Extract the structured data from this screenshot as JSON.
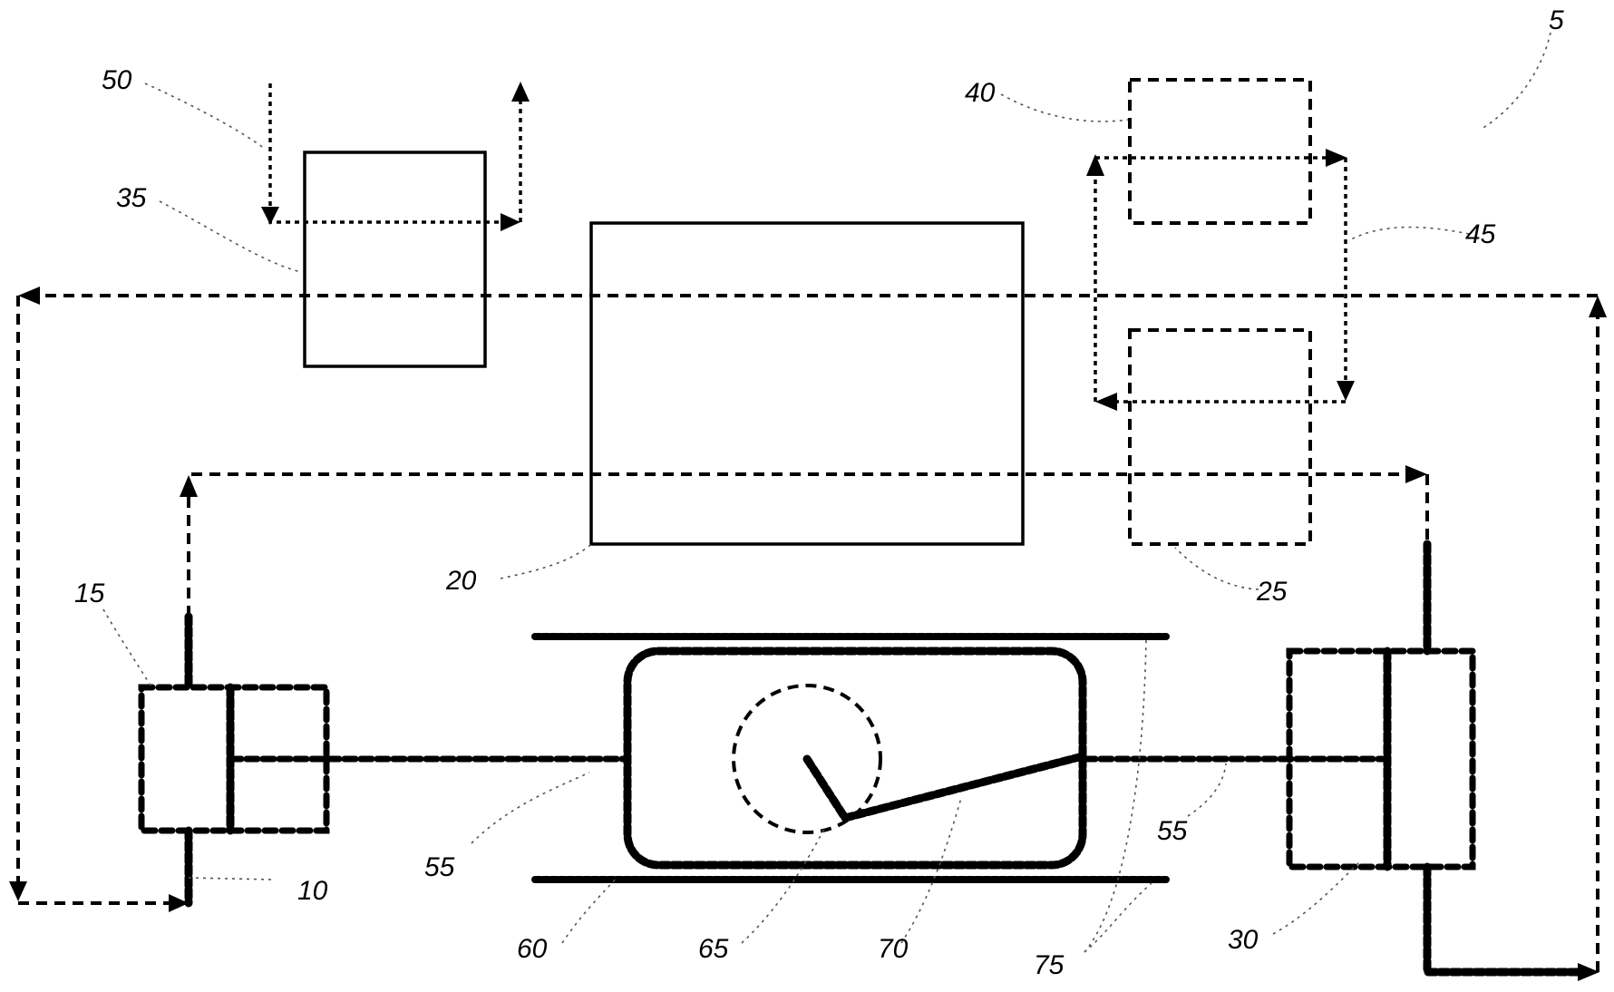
{
  "labels": {
    "ref_5": "5",
    "ref_10": "10",
    "ref_15": "15",
    "ref_20": "20",
    "ref_25": "25",
    "ref_30": "30",
    "ref_35": "35",
    "ref_40": "40",
    "ref_45": "45",
    "ref_50": "50",
    "ref_55_left": "55",
    "ref_55_right": "55",
    "ref_60": "60",
    "ref_65": "65",
    "ref_70": "70",
    "ref_75": "75"
  }
}
